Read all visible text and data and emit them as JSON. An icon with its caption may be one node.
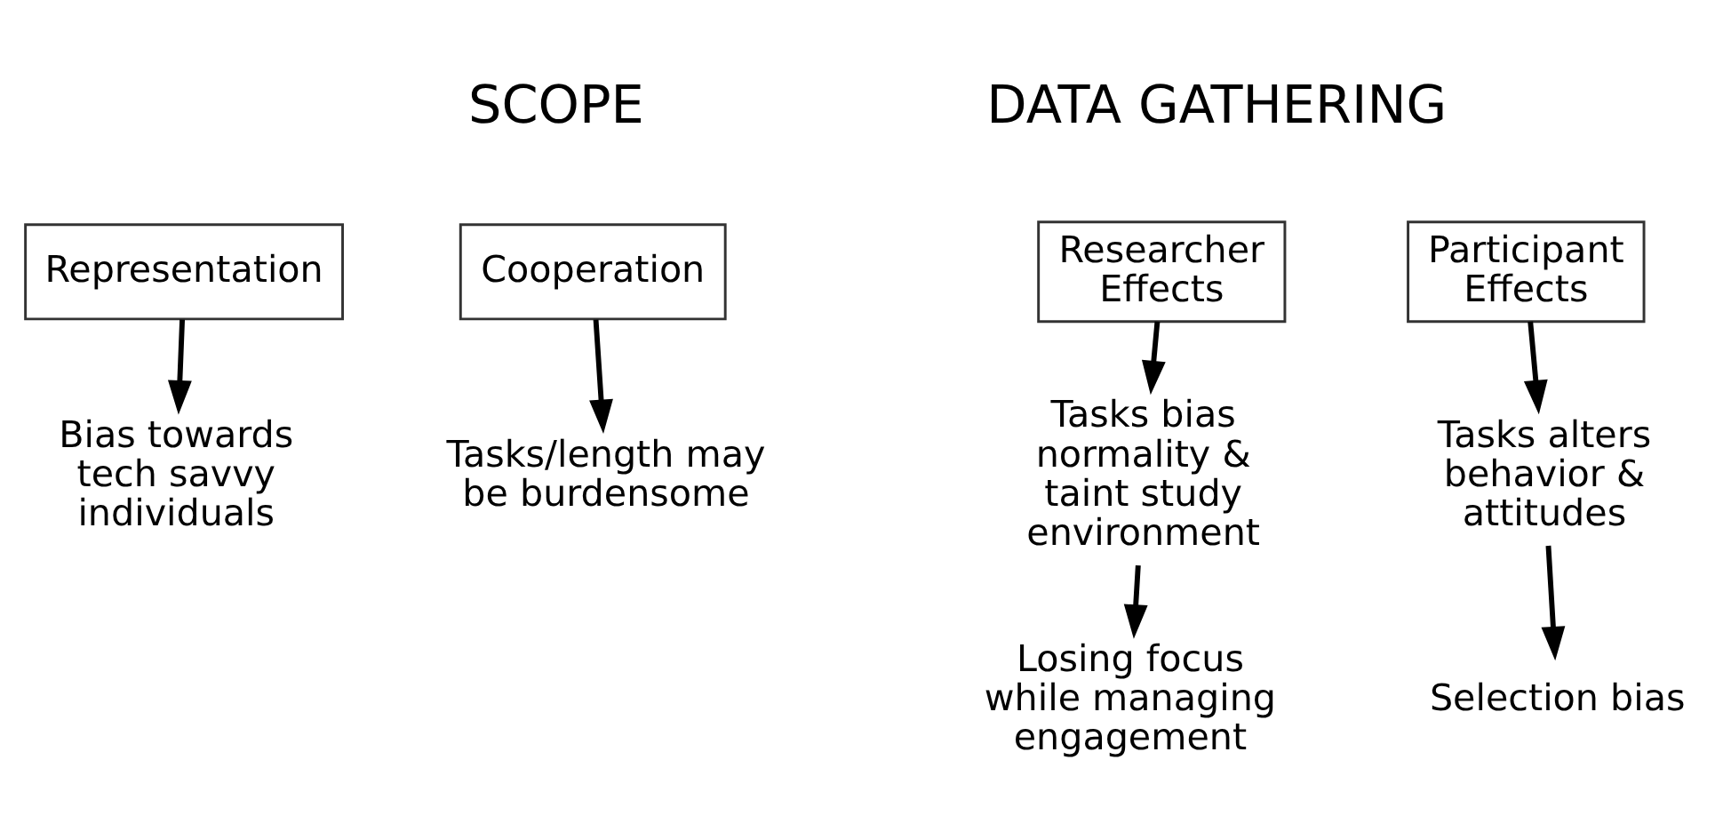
{
  "diagram": {
    "nodes": [
      {
        "text": [
          "Representation"
        ]
      },
      {
        "text": [
          "Bias towards tech savvy individuals"
        ]
      },
      {
        "text": [
          "Cooperation"
        ]
      },
      {
        "text": [
          "Tasks/length may be burdensome"
        ]
      },
      {
        "text": [
          "Researcher Effects"
        ]
      },
      {
        "text": [
          "Tasks bias normality & taint study environment"
        ]
      },
      {
        "text": [
          "Losing focus while managing engagement"
        ]
      },
      {
        "text": [
          "Participant Effects"
        ]
      },
      {
        "text": [
          "Tasks alters behavior & attitudes"
        ]
      },
      {
        "text": [
          "Selection bias"
        ]
      }
    ],
    "edges": [
      {
        "from": 0,
        "to": 1,
        "arrow": "to"
      },
      {
        "from": 2,
        "to": 3,
        "arrow": "to"
      },
      {
        "from": 4,
        "to": 5,
        "arrow": "to"
      },
      {
        "from": 5,
        "to": 6,
        "arrow": "to"
      },
      {
        "from": 7,
        "to": 8,
        "arrow": "to"
      },
      {
        "from": 8,
        "to": 9,
        "arrow": "to"
      }
    ],
    "labels": [
      "SCOPE",
      "DATA GATHERING"
    ]
  }
}
